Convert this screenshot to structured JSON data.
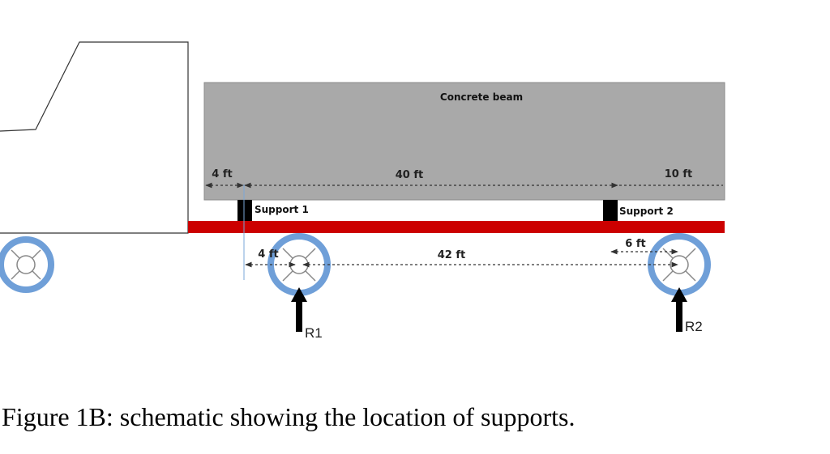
{
  "beam": {
    "label": "Concrete beam"
  },
  "supports": [
    {
      "label": "Support 1"
    },
    {
      "label": "Support 2"
    }
  ],
  "dimensions": {
    "beam_left": "4 ft",
    "beam_span": "40 ft",
    "beam_right": "10 ft",
    "axle_left": "4 ft",
    "axle_span": "42 ft",
    "axle_right": "6 ft"
  },
  "reactions": [
    {
      "label": "R1"
    },
    {
      "label": "R2"
    }
  ],
  "caption": "Figure 1B: schematic showing the location of supports.",
  "colors": {
    "beam_fill": "#a9a9a9",
    "trailer_red": "#cc0000",
    "wheel_blue": "#6f9fd8",
    "support_black": "#000000"
  }
}
